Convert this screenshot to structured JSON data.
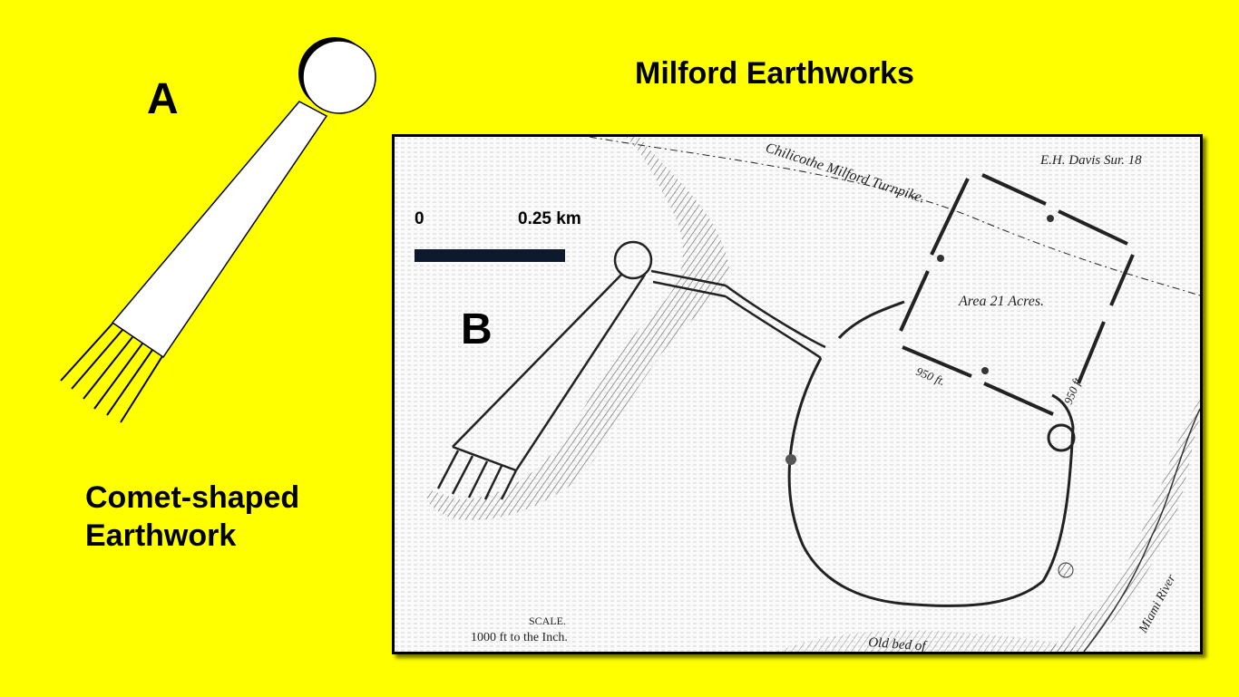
{
  "title": "Milford Earthworks",
  "panel_a": {
    "label": "A",
    "caption_line1": "Comet-shaped",
    "caption_line2": "Earthwork"
  },
  "panel_b": {
    "label": "B",
    "scale_bar": {
      "start_label": "0",
      "end_label": "0.25 km"
    },
    "map_text": {
      "surveyor": "E.H. Davis Sur. 18",
      "road": "Chilicothe Milford Turnpike.",
      "area": "Area 21 Acres.",
      "dim_left": "950 ft.",
      "dim_right": "950 ft.",
      "scale_heading": "SCALE.",
      "scale_value": "1000 ft to the Inch.",
      "river": "Miami River",
      "old_road": "Old bed of"
    }
  },
  "colors": {
    "background": "#ffff00",
    "ink": "#000000",
    "bar": "#0d1a2e"
  }
}
